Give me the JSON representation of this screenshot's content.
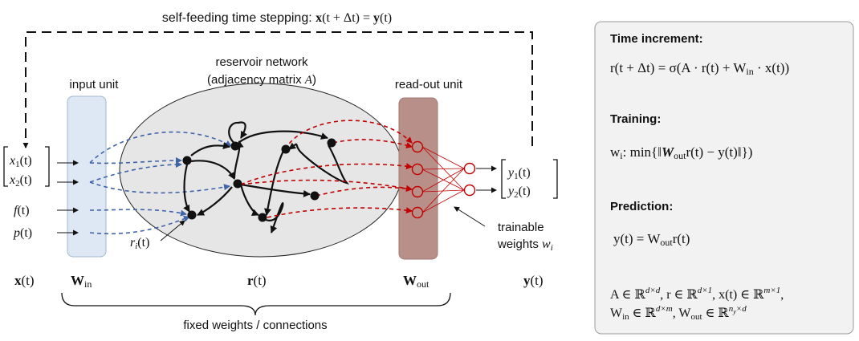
{
  "top_caption": {
    "prefix": "self-feeding time stepping: ",
    "eq_lhs": "x",
    "eq_mid": "(t + Δt) = ",
    "eq_rhs": "y",
    "eq_end": "(t)"
  },
  "reservoir": {
    "title": "reservoir network",
    "subtitle_prefix": "(adjacency matrix ",
    "subtitle_sym": "A",
    "subtitle_suffix": ")"
  },
  "input_unit": {
    "label": "input unit"
  },
  "readout_unit": {
    "label": "read-out unit"
  },
  "inputs": {
    "x1": "x",
    "x1_sub": "1",
    "x1_arg": "(t)",
    "x2": "x",
    "x2_sub": "2",
    "x2_arg": "(t)",
    "f": "f",
    "f_arg": "(t)",
    "p": "p",
    "p_arg": "(t)"
  },
  "outputs": {
    "y1": "y",
    "y1_sub": "1",
    "y1_arg": "(t)",
    "y2": "y",
    "y2_sub": "2",
    "y2_arg": "(t)"
  },
  "node_label": {
    "sym": "r",
    "sub": "i",
    "arg": "(t)"
  },
  "trainable": {
    "line1": "trainable",
    "line2": "weights ",
    "sym": "w",
    "sub": "i"
  },
  "bottom_labels": {
    "x": "x",
    "x_arg": "(t)",
    "win": "W",
    "win_sub": "in",
    "r": "r",
    "r_arg": "(t)",
    "wout": "W",
    "wout_sub": "out",
    "y": "y",
    "y_arg": "(t)"
  },
  "brace_label": "fixed weights / connections",
  "sidebar": {
    "time_increment": {
      "heading": "Time increment:",
      "eq": "r(t + Δt) = σ(A · r(t) + W",
      "eq_sub": "in",
      "eq_end": " · x(t))"
    },
    "training": {
      "heading": "Training:",
      "w": "w",
      "w_sub": "i",
      "colon": ":  min{‖",
      "W": "W",
      "W_sub": "out",
      "rest": "r(t) − y(t)‖})"
    },
    "prediction": {
      "heading": "Prediction:",
      "lhs": "y(t) = W",
      "sub": "out",
      "rhs": "r(t)"
    },
    "dims": {
      "A": "A ∈ ℝ",
      "A_sup": "d×d",
      "r": ", r ∈ ℝ",
      "r_sup": "d×1",
      "x": ", x(t) ∈ ℝ",
      "x_sup": "m×1",
      "comma": ",",
      "Win": "W",
      "Win_sub": "in",
      "Win_in": " ∈ ℝ",
      "Win_sup": "d×m",
      "Wout": ", W",
      "Wout_sub": "out",
      "Wout_in": " ∈ ℝ",
      "Wout_sup1": "n",
      "Wout_sup_sub": "y",
      "Wout_sup2": "×d"
    }
  },
  "colors": {
    "input_fill": "#dde8f4",
    "input_stroke": "#9fb7cf",
    "readout_fill": "#b99089",
    "readout_stroke": "#a07a73",
    "reservoir_fill": "#e6e6e6",
    "blue_arrow": "#3f64a8",
    "red_arrow": "#c00000",
    "sidebar_fill": "#f2f2f2"
  }
}
